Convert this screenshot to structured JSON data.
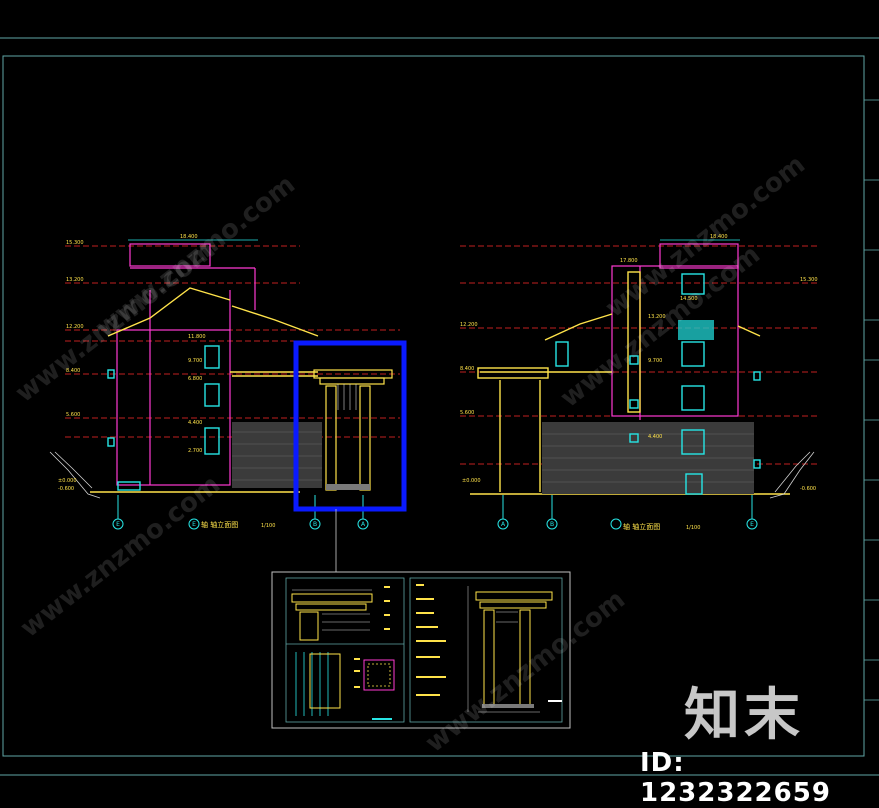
{
  "drawing": {
    "left_elevation_title": "轴 轴立面图",
    "left_elevation_scale": "1/100",
    "right_elevation_title": "轴 轴立面图",
    "right_elevation_scale": "1/100",
    "left_axis_markers": [
      "E",
      "E",
      "B",
      "A"
    ],
    "right_axis_markers": [
      "A",
      "B",
      "E"
    ],
    "left_levels": [
      "15.300",
      "13.200",
      "12.200",
      "11.800",
      "9.700",
      "8.400",
      "6.800",
      "5.600",
      "4.400",
      "2.700",
      "±0.000",
      "-0.600"
    ],
    "right_levels": [
      "17.800",
      "15.300",
      "14.500",
      "13.200",
      "12.200",
      "9.700",
      "8.400",
      "5.600",
      "4.400",
      "±0.000",
      "-0.600"
    ],
    "top_left_dimension": "18.400",
    "top_right_dimension": "18.400",
    "highlight_color": "#0a1aff"
  },
  "watermark": {
    "brand_text": "知末",
    "site_text": "www.znzmo.com",
    "id_text": "ID: 1232322659"
  }
}
